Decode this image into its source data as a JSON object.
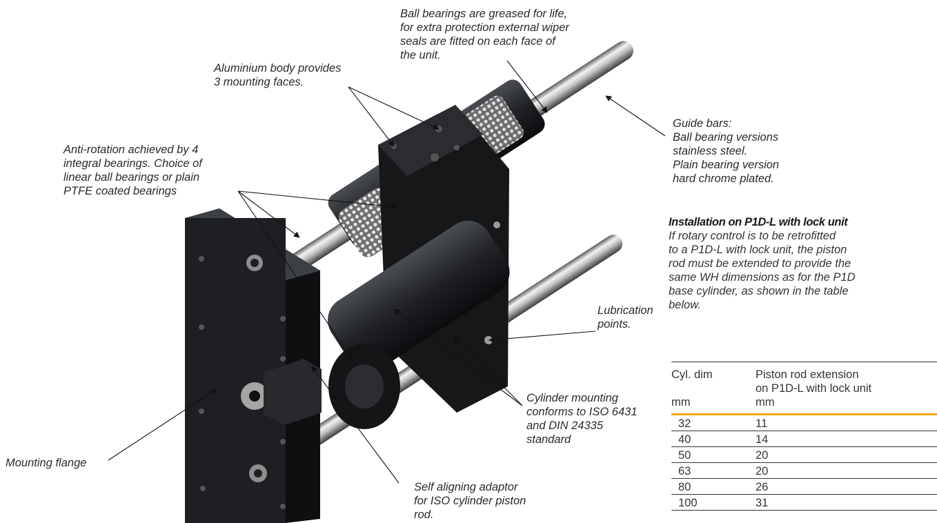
{
  "callouts": {
    "ball_bearings": [
      "Ball bearings are greased for life,",
      "for extra protection external wiper",
      "seals are fitted on each face of",
      "the unit."
    ],
    "aluminium_body": [
      "Aluminium body provides",
      "3 mounting faces."
    ],
    "anti_rotation": [
      "Anti-rotation achieved by 4",
      "integral bearings. Choice of",
      "linear ball bearings or plain",
      "PTFE coated bearings"
    ],
    "guide_bars": [
      "Guide bars:",
      "Ball bearing versions",
      "stainless steel.",
      "Plain bearing version",
      "hard chrome plated."
    ],
    "lubrication": [
      "Lubrication",
      "points."
    ],
    "cylinder_mounting": [
      "Cylinder mounting",
      "conforms to ISO 6431",
      "and DIN 24335",
      "standard"
    ],
    "mounting_flange": [
      "Mounting flange"
    ],
    "adaptor": [
      "Self aligning adaptor",
      "for ISO cylinder piston",
      "rod."
    ]
  },
  "installation": {
    "title": "Installation on P1D-L with lock unit",
    "text": [
      "If rotary control is to be retrofitted",
      "to a P1D-L with lock unit, the piston",
      "rod must be extended to provide the",
      "same WH dimensions as for the P1D",
      "base cylinder, as shown in the table",
      "below."
    ]
  },
  "table": {
    "header_col1": "Cyl. dim",
    "header_col2_line1": "Piston rod extension",
    "header_col2_line2": "on P1D-L with lock unit",
    "unit_col1": "mm",
    "unit_col2": "mm",
    "rows": [
      {
        "dim": "32",
        "ext": "11"
      },
      {
        "dim": "40",
        "ext": "14"
      },
      {
        "dim": "50",
        "ext": "20"
      },
      {
        "dim": "63",
        "ext": "20"
      },
      {
        "dim": "80",
        "ext": "26"
      },
      {
        "dim": "100",
        "ext": "31"
      }
    ],
    "accent_color": "#f0a500"
  }
}
